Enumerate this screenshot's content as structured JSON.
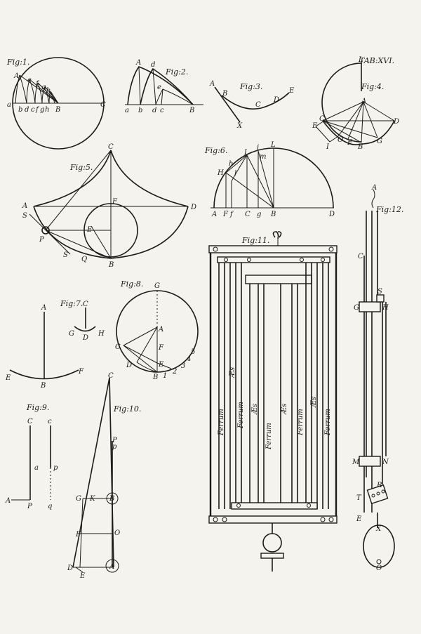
{
  "plate_title": "TAB:XVI.",
  "figures": {
    "fig1": {
      "title": "Fig:1.",
      "labels": [
        "A",
        "e",
        "f",
        "g",
        "h",
        "a",
        "b",
        "d",
        "c",
        "f",
        "g",
        "h",
        "B",
        "C"
      ]
    },
    "fig2": {
      "title": "Fig:2.",
      "labels": [
        "A",
        "d",
        "e",
        "a",
        "b",
        "d",
        "c",
        "B"
      ]
    },
    "fig3": {
      "title": "Fig:3.",
      "labels": [
        "A",
        "B",
        "C",
        "D",
        "E",
        "X"
      ]
    },
    "fig4": {
      "title": "Fig:4.",
      "labels": [
        "L",
        "A",
        "C",
        "E",
        "I",
        "O",
        "F",
        "B",
        "G",
        "D"
      ]
    },
    "fig5": {
      "title": "Fig:5.",
      "labels": [
        "C",
        "A",
        "D",
        "F",
        "S",
        "P",
        "E",
        "S",
        "Q",
        "B"
      ]
    },
    "fig6": {
      "title": "Fig:6.",
      "labels": [
        "I",
        "i",
        "L",
        "m",
        "h",
        "H",
        "l",
        "A",
        "F",
        "f",
        "C",
        "g",
        "B",
        "D"
      ]
    },
    "fig7": {
      "title": "Fig:7.",
      "labels": [
        "A",
        "C",
        "G",
        "D",
        "H",
        "E",
        "B",
        "F"
      ]
    },
    "fig8": {
      "title": "Fig:8.",
      "labels": [
        "G",
        "A",
        "F",
        "C",
        "E",
        "D",
        "B",
        "1",
        "2",
        "3",
        "4",
        "5"
      ]
    },
    "fig9": {
      "title": "Fig:9.",
      "labels": [
        "C",
        "c",
        "a",
        "p",
        "A",
        "P",
        "q"
      ]
    },
    "fig10": {
      "title": "Fig:10.",
      "labels": [
        "C",
        "P",
        "p",
        "G",
        "K",
        "B",
        "F",
        "O",
        "D",
        "E",
        "A"
      ]
    },
    "fig11": {
      "title": "Fig:11.",
      "rod_labels": [
        "Ferrum",
        "Æs",
        "Ferrum",
        "Æs",
        "Ferrum",
        "Æs",
        "Ferrum",
        "Æs",
        "Ferrum"
      ]
    },
    "fig12": {
      "title": "Fig:12.",
      "labels": [
        "A",
        "C",
        "S",
        "G",
        "H",
        "M",
        "N",
        "R",
        "T",
        "E",
        "X",
        "O"
      ]
    }
  }
}
